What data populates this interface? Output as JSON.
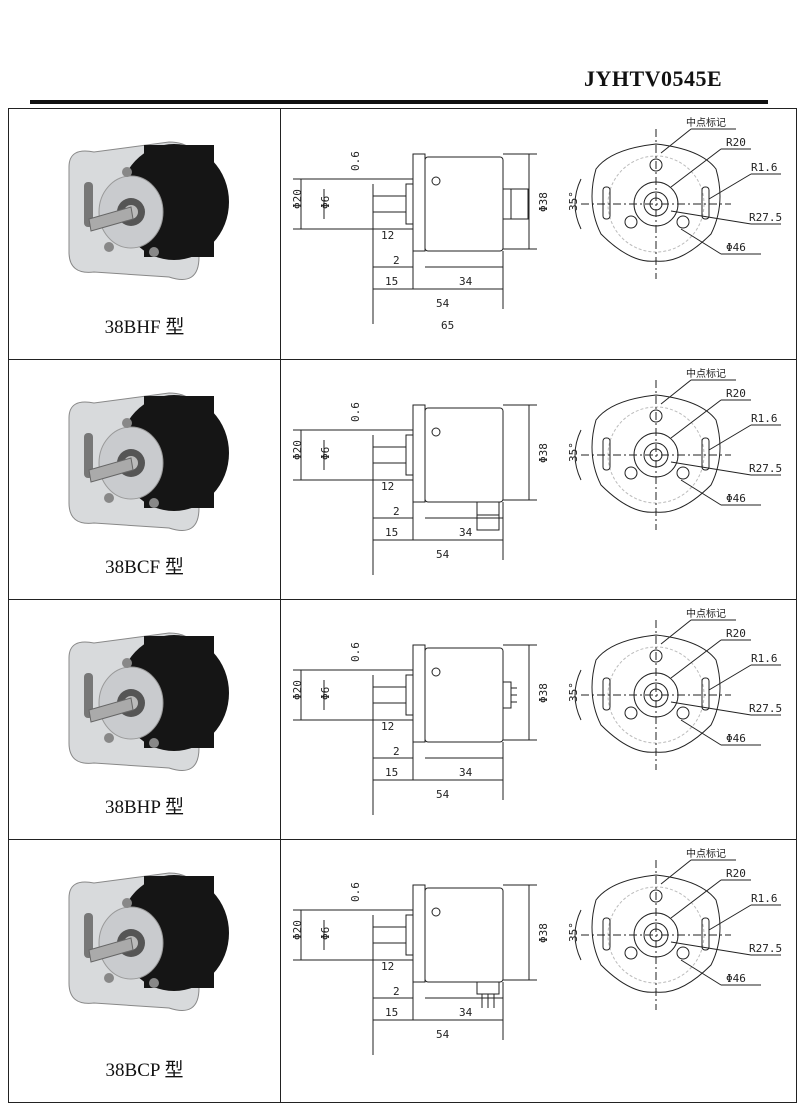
{
  "header": {
    "doc_code": "JYHTV0545E"
  },
  "common": {
    "mark_label": "中点标记",
    "r20": "R20",
    "r16": "R1.6",
    "r275": "R27.5",
    "d46": "Φ46",
    "d38": "Φ38",
    "angle": "35°",
    "d20": "Φ20",
    "d6": "Φ6",
    "t06": "0.6",
    "l12": "12",
    "l2": "2",
    "l15": "15",
    "l34": "34",
    "l54": "54"
  },
  "rows": [
    {
      "model": "38BHF 型",
      "connector": "rear-cable-gland",
      "overall": "65"
    },
    {
      "model": "38BCF 型",
      "connector": "side-cable-gland"
    },
    {
      "model": "38BHP 型",
      "connector": "rear-pin-connector"
    },
    {
      "model": "38BCP 型",
      "connector": "side-pin-connector"
    }
  ]
}
